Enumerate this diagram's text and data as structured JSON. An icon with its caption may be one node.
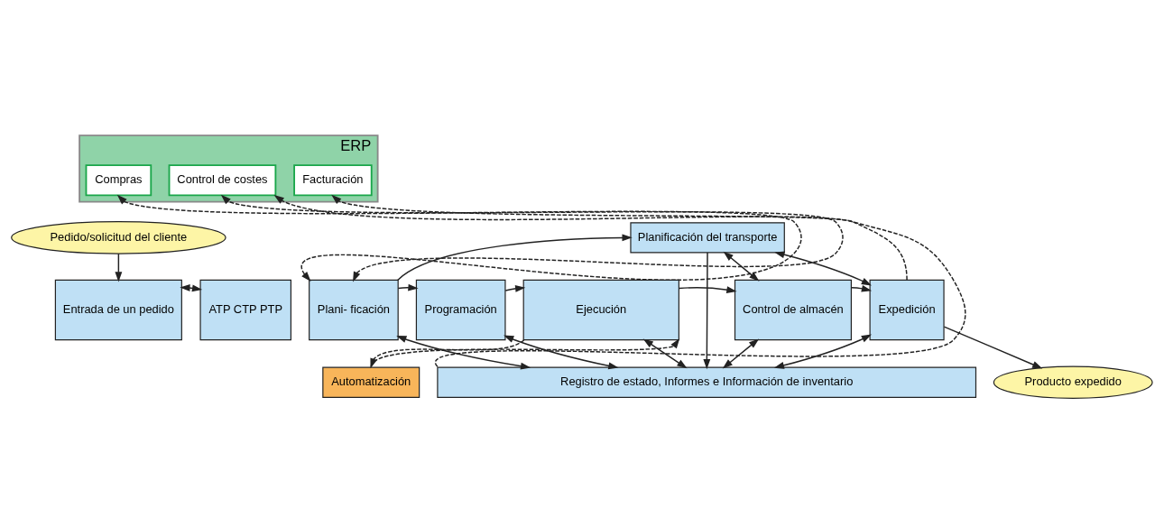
{
  "diagram": {
    "nodes": [
      {
        "text": [
          "ERP"
        ]
      },
      {
        "text": [
          "Compras"
        ],
        "in": 0
      },
      {
        "text": [
          "Control de costes"
        ],
        "in": 0
      },
      {
        "text": [
          "Facturación"
        ],
        "in": 0
      },
      {
        "text": [
          "Pedido/solicitud del cliente"
        ]
      },
      {
        "text": [
          "Planificación del transporte"
        ]
      },
      {
        "text": [
          "Entrada de un pedido"
        ]
      },
      {
        "text": [
          "ATP CTP PTP"
        ]
      },
      {
        "text": [
          "Plani- ficación"
        ]
      },
      {
        "text": [
          "Programación"
        ]
      },
      {
        "text": [
          "Ejecución"
        ]
      },
      {
        "text": [
          "Control de almacén"
        ]
      },
      {
        "text": [
          "Expedición"
        ]
      },
      {
        "text": [
          "Registro de estado, Informes e Información de inventario"
        ]
      },
      {
        "text": [
          "Automatización"
        ]
      },
      {
        "text": [
          "Producto expedido"
        ]
      }
    ],
    "edges": [
      {
        "from": 4,
        "to": 6,
        "arrow": "to"
      },
      {
        "from": 6,
        "to": 7,
        "arrow": "both"
      },
      {
        "from": 8,
        "to": 1,
        "arrow": "both",
        "style": "dashed"
      },
      {
        "from": 8,
        "to": 2,
        "arrow": "both",
        "style": "dashed"
      },
      {
        "from": 13,
        "to": 2,
        "arrow": "to",
        "style": "dashed"
      },
      {
        "from": 8,
        "to": 5,
        "arrow": "to"
      },
      {
        "from": 8,
        "to": 9,
        "arrow": "to"
      },
      {
        "from": 9,
        "to": 10,
        "arrow": "to"
      },
      {
        "from": 10,
        "to": 11,
        "arrow": "to"
      },
      {
        "from": 11,
        "to": 12,
        "arrow": "to"
      },
      {
        "from": 5,
        "to": 11,
        "arrow": "both"
      },
      {
        "from": 5,
        "to": 12,
        "arrow": "both"
      },
      {
        "from": 5,
        "to": 13,
        "arrow": "to"
      },
      {
        "from": 12,
        "to": 3,
        "arrow": "to",
        "style": "dashed"
      },
      {
        "from": 12,
        "to": 15,
        "arrow": "to"
      },
      {
        "from": 8,
        "to": 13,
        "arrow": "both"
      },
      {
        "from": 9,
        "to": 13,
        "arrow": "both"
      },
      {
        "from": 10,
        "to": 13,
        "arrow": "both"
      },
      {
        "from": 11,
        "to": 13,
        "arrow": "both"
      },
      {
        "from": 12,
        "to": 13,
        "arrow": "both"
      },
      {
        "from": 10,
        "to": 14,
        "arrow": "to",
        "style": "dashed"
      },
      {
        "from": 14,
        "to": 10,
        "arrow": "to",
        "style": "dashed"
      }
    ]
  }
}
